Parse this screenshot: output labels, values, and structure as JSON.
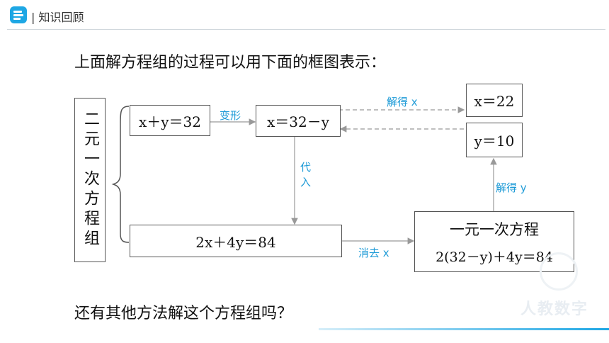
{
  "header": {
    "title": "| 知识回顾"
  },
  "intro_text": "上面解方程组的过程可以用下面的框图表示：",
  "question_text": "还有其他方法解这个方程组吗？",
  "system_label": "二元一次方程组",
  "boxes": {
    "eq1": "x＋y＝32",
    "eq1_transformed": "x＝32－y",
    "eq2": "2x＋4y＝84",
    "x_result": "x＝22",
    "y_result": "y＝10",
    "one_var_title": "一元一次方程",
    "one_var_eq": "2(32－y)＋4y＝84"
  },
  "labels": {
    "transform": "变形",
    "substitute": "代入",
    "eliminate": "消去 x",
    "solve_x": "解得 x",
    "solve_y": "解得 y"
  },
  "watermark": "人教数字",
  "colors": {
    "accent": "#1e9bd7",
    "line": "#999999",
    "border": "#555555"
  }
}
